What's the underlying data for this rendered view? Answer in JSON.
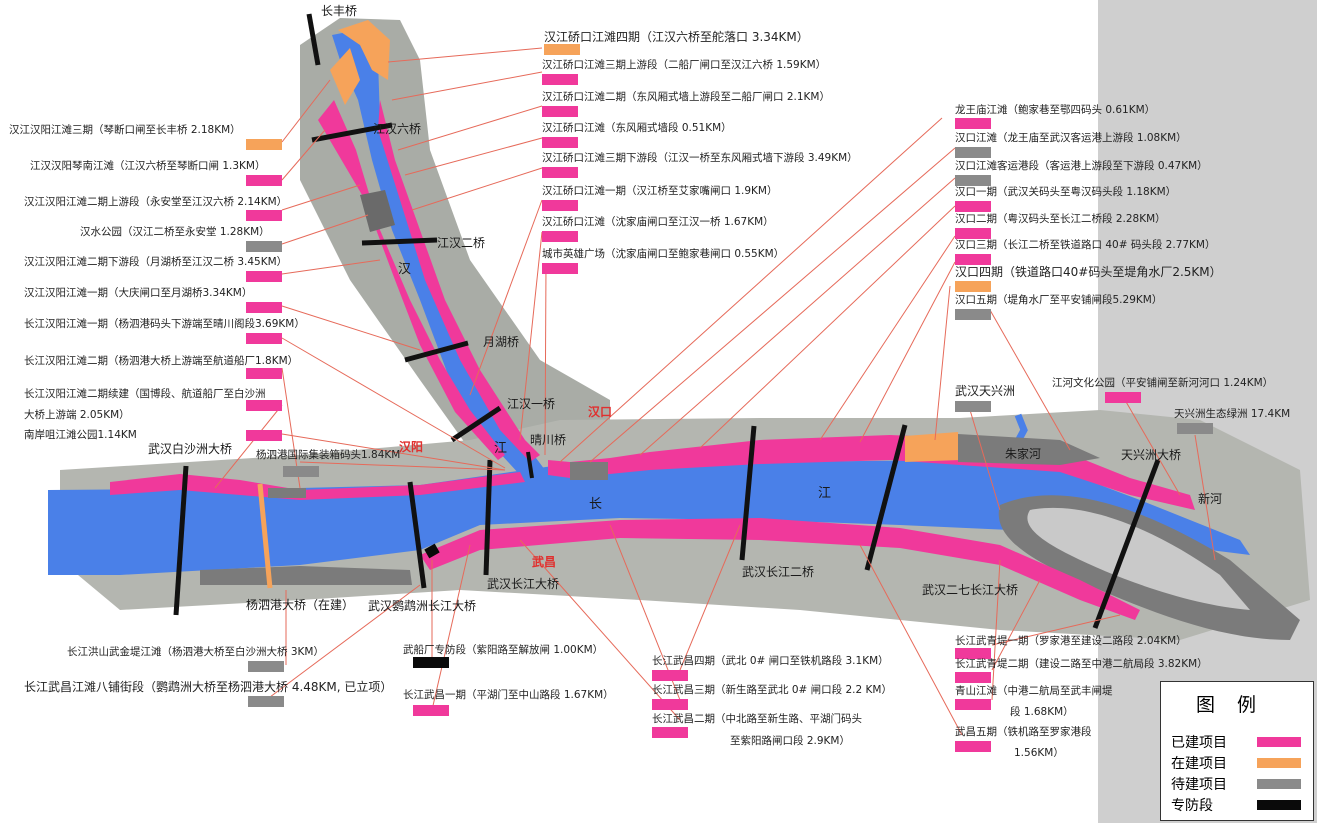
{
  "bridges": {
    "changfeng": "长丰桥",
    "liuqiao": "江汉六桥",
    "erqiao": "江汉二桥",
    "yuehu": "月湖桥",
    "yiqiao": "江汉一桥",
    "qingchuan": "晴川桥",
    "baishazhou": "武汉白沙洲大桥",
    "yangsigang": "杨泗港大桥（在建）",
    "yingwuzhou": "武汉鹦鹉洲长江大桥",
    "changjiang": "武汉长江大桥",
    "erqiao_cj": "武汉长江二桥",
    "erqi": "武汉二七长江大桥",
    "tianxingzhou": "天兴洲大桥"
  },
  "districts": {
    "hankou": "汉口",
    "hanyang": "汉阳",
    "wuchang": "武昌"
  },
  "rivers": {
    "han1": "汉",
    "han2": "江",
    "chang": "长",
    "jiang": "江",
    "zhujiahe": "朱家河",
    "xinhe": "新河"
  },
  "labels": {
    "qk4": "汉江硚口江滩四期（江汉六桥至舵落口 3.34KM）",
    "qk3up": "汉江硚口江滩三期上游段（二船厂闸口至汉江六桥 1.59KM）",
    "qk2": "汉江硚口江滩二期（东风厢式墙上游段至二船厂闸口 2.1KM）",
    "qk_df": "汉江硚口江滩（东风厢式墙段 0.51KM）",
    "qk3down": "汉江硚口江滩三期下游段（江汉一桥至东风厢式墙下游段 3.49KM）",
    "qk1": "汉江硚口江滩一期（汉江桥至艾家嘴闸口 1.9KM）",
    "qk_sj": "汉江硚口江滩（沈家庙闸口至江汉一桥 1.67KM）",
    "yxgc": "城市英雄广场（沈家庙闸口至鲍家巷闸口 0.55KM）",
    "hy3": "汉江汉阳江滩三期（琴断口闸至长丰桥 2.18KM）",
    "hy_qn": "江汉汉阳琴南江滩（江汉六桥至琴断口闸 1.3KM）",
    "hy2up": "汉江汉阳江滩二期上游段（永安堂至江汉六桥 2.14KM）",
    "hsgy": "汉水公园（汉江二桥至永安堂 1.28KM）",
    "hy2down": "汉江汉阳江滩二期下游段（月湖桥至江汉二桥 3.45KM）",
    "hy1": "汉江汉阳江滩一期（大庆闸口至月湖桥3.34KM）",
    "cjhy1": "长江汉阳江滩一期（杨泗港码头下游端至晴川阁段3.69KM）",
    "cjhy2": "长江汉阳江滩二期（杨泗港大桥上游端至航道船厂1.8KM）",
    "cjhy2x_a": "长江汉阳江滩二期续建（国博段、航道船厂至白沙洲",
    "cjhy2x_b": "大桥上游端 2.05KM）",
    "nazg": "南岸咀江滩公园1.14KM",
    "ysg_jz": "杨泗港国际集装箱码头1.84KM",
    "lwm": "龙王庙江滩（鲍家巷至鄂四码头 0.61KM）",
    "hk_jt": "汉口江滩（龙王庙至武汉客运港上游段 1.08KM）",
    "hk_ky": "汉口江滩客运港段（客运港上游段至下游段 0.47KM）",
    "hk1": "汉口一期（武汉关码头至粤汉码头段 1.18KM）",
    "hk2": "汉口二期（粤汉码头至长江二桥段 2.28KM）",
    "hk3": "汉口三期（长江二桥至铁道路口 40# 码头段 2.77KM）",
    "hk4": "汉口四期（铁道路口40#码头至堤角水厂2.5KM）",
    "hk5": "汉口五期（堤角水厂至平安铺闸段5.29KM）",
    "txz_label": "武汉天兴洲",
    "jhwh": "江河文化公园（平安铺闸至新河河口 1.24KM）",
    "txz_st": "天兴洲生态绿洲 17.4KM",
    "hongshan": "长江洪山武金堤江滩（杨泗港大桥至白沙洲大桥 3KM）",
    "bapu": "长江武昌江滩八铺街段（鹦鹉洲大桥至杨泗港大桥 4.48KM, 已立项）",
    "wcfd": "武船厂专防段（紫阳路至解放闸 1.00KM）",
    "wc1": "长江武昌一期（平湖门至中山路段 1.67KM）",
    "wc4": "长江武昌四期（武北 0# 闸口至铁机路段 3.1KM）",
    "wc3": "长江武昌三期（新生路至武北 0# 闸口段 2.2 KM）",
    "wc2_a": "长江武昌二期（中北路至新生路、平湖门码头",
    "wc2_b": "至紫阳路闸口段 2.9KM）",
    "wq1": "长江武青堤一期（罗家港至建设二路段 2.04KM）",
    "wq2": "长江武青堤二期（建设二路至中港二航局段 3.82KM）",
    "qs_a": "青山江滩（中港二航局至武丰闸堤",
    "qs_b": "段 1.68KM）",
    "wc5_a": "武昌五期（铁机路至罗家港段",
    "wc5_b": "1.56KM）"
  },
  "legend": {
    "title": "图例",
    "items": [
      {
        "label": "已建项目",
        "color": "#f0399b"
      },
      {
        "label": "在建项目",
        "color": "#f6a35a"
      },
      {
        "label": "待建项目",
        "color": "#8a8a8a"
      },
      {
        "label": "专防段",
        "color": "#0a0a0a"
      }
    ]
  },
  "colors": {
    "built": "#f0399b",
    "building": "#f6a35a",
    "planned": "#8a8a8a",
    "flood": "#0a0a0a",
    "river": "#4a80e8",
    "leader": "#e66a5a"
  }
}
